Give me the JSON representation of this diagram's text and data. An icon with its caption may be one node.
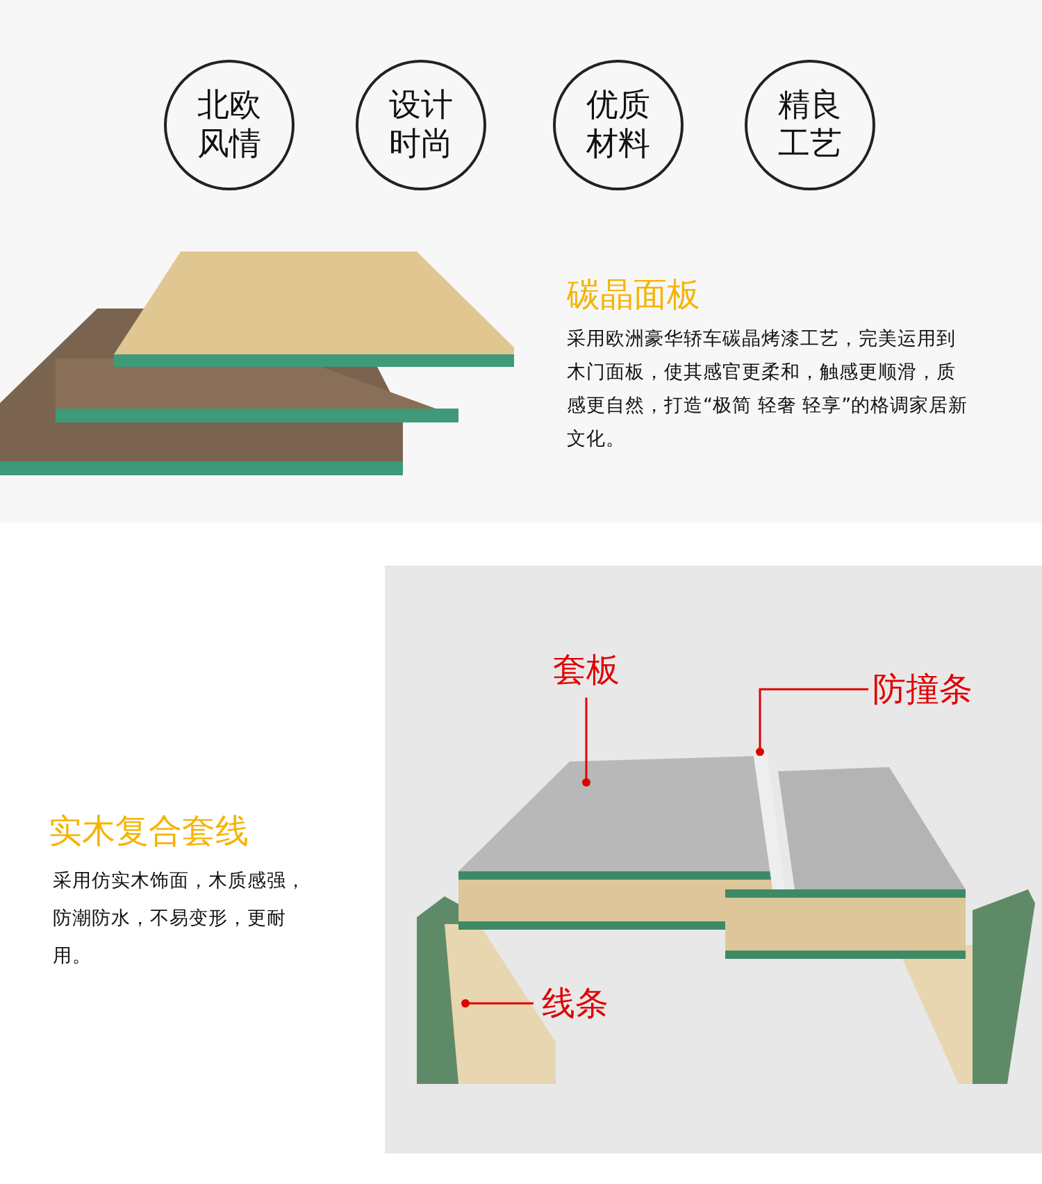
{
  "diagram": {
    "nodes": [
      {
        "text": [
          "北欧风情"
        ]
      },
      {
        "text": [
          "设计时尚"
        ]
      },
      {
        "text": [
          "优质材料"
        ]
      },
      {
        "text": [
          "精良工艺"
        ]
      },
      {
        "text": [
          "套板"
        ]
      },
      {
        "text": [
          "防撞条"
        ]
      },
      {
        "text": [
          "线条"
        ]
      }
    ],
    "edges": [
      {
        "from": 4,
        "to": null,
        "arrow": "other"
      },
      {
        "from": 5,
        "to": null,
        "arrow": "other"
      },
      {
        "from": 6,
        "to": null,
        "arrow": "other"
      }
    ],
    "labels": [
      "碳晶面板",
      "采用欧洲豪华轿车碳晶烤漆工艺，完美运用到木门面板，使其感官更柔和，触感更顺滑，质感更自然，打造“极简 轻奢 轻享”的格调家居新文化。",
      "实木复合套线",
      "采用仿实木饰面，木质感强，防潮防水，不易变形，更耐用。"
    ]
  }
}
